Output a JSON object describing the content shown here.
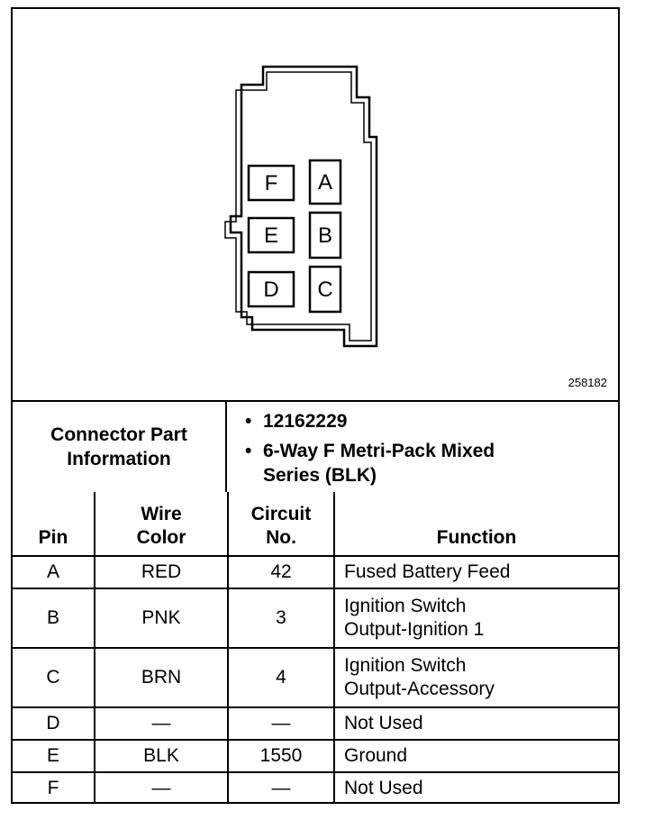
{
  "figure_id": "258182",
  "connector": {
    "cavities": [
      {
        "pin": "F",
        "label": "F"
      },
      {
        "pin": "A",
        "label": "A"
      },
      {
        "pin": "E",
        "label": "E"
      },
      {
        "pin": "B",
        "label": "B"
      },
      {
        "pin": "D",
        "label": "D"
      },
      {
        "pin": "C",
        "label": "C"
      }
    ]
  },
  "connector_info": {
    "label": "Connector Part\nInformation",
    "items": [
      "12162229",
      "6-Way F Metri-Pack Mixed\nSeries (BLK)"
    ]
  },
  "table": {
    "headers": [
      "Pin",
      "Wire\nColor",
      "Circuit\nNo.",
      "Function"
    ],
    "rows": [
      {
        "pin": "A",
        "wire_color": "RED",
        "circuit": "42",
        "function": "Fused Battery Feed"
      },
      {
        "pin": "B",
        "wire_color": "PNK",
        "circuit": "3",
        "function": "Ignition Switch\nOutput-Ignition 1"
      },
      {
        "pin": "C",
        "wire_color": "BRN",
        "circuit": "4",
        "function": "Ignition Switch\nOutput-Accessory"
      },
      {
        "pin": "D",
        "wire_color": "—",
        "circuit": "—",
        "function": "Not Used"
      },
      {
        "pin": "E",
        "wire_color": "BLK",
        "circuit": "1550",
        "function": "Ground"
      },
      {
        "pin": "F",
        "wire_color": "—",
        "circuit": "—",
        "function": "Not Used"
      }
    ]
  }
}
